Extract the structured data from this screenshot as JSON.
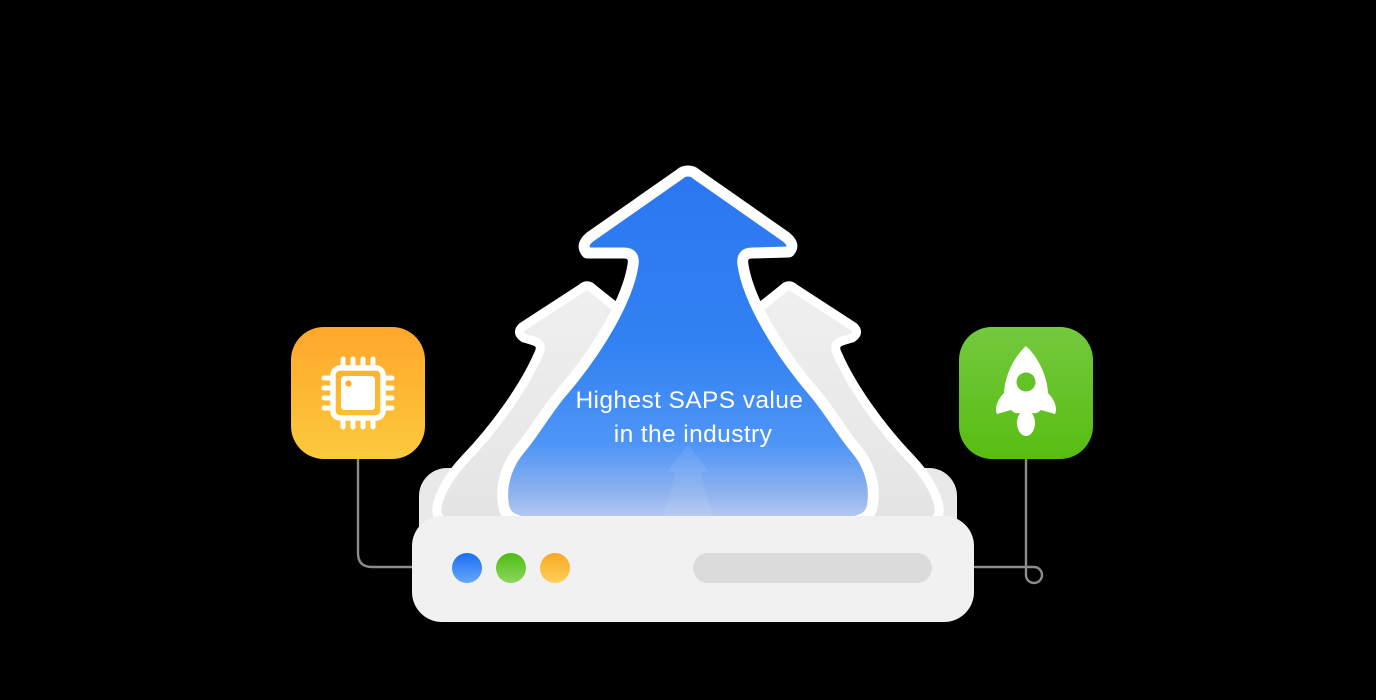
{
  "illustration": {
    "background": "#000000",
    "arrow": {
      "label_line1": "Highest SAPS value",
      "label_line2": "in the industry",
      "gradient": {
        "top": "#2B76F1",
        "mid": "#3282F3",
        "lower": "#4F95F7",
        "fade": "#8FB3EE",
        "bottom": "#BCCDF2"
      },
      "outline_color": "#FFFFFF"
    },
    "gray_arrows": {
      "top": "#F0F0F0",
      "bottom": "#E4E4E5",
      "outline_color": "#FFFFFF"
    },
    "badges": {
      "left": {
        "icon": "cpu-chip-icon",
        "color_top": "#FFA72B",
        "color_bottom": "#FCC93C",
        "glyph_color": "#FFFFFF",
        "chip_dot_color": "#FFAB30"
      },
      "right": {
        "icon": "rocket-icon",
        "color_top": "#74C93E",
        "color_bottom": "#58BD12",
        "glyph_color": "#FFFFFF",
        "window_color": "#63C226"
      }
    },
    "server": {
      "body_color": "#F1F1F2",
      "lid_color": "#E9E9EA",
      "slot_color": "#DBDBDC",
      "dots": [
        {
          "name": "blue",
          "top": "#1B6EF3",
          "bottom": "#66A7FA"
        },
        {
          "name": "green",
          "top": "#4DBC10",
          "bottom": "#8BD75E"
        },
        {
          "name": "orange",
          "top": "#F8A821",
          "bottom": "#FFD05C"
        }
      ]
    },
    "connectors": {
      "color": "#8C8C8C"
    }
  }
}
